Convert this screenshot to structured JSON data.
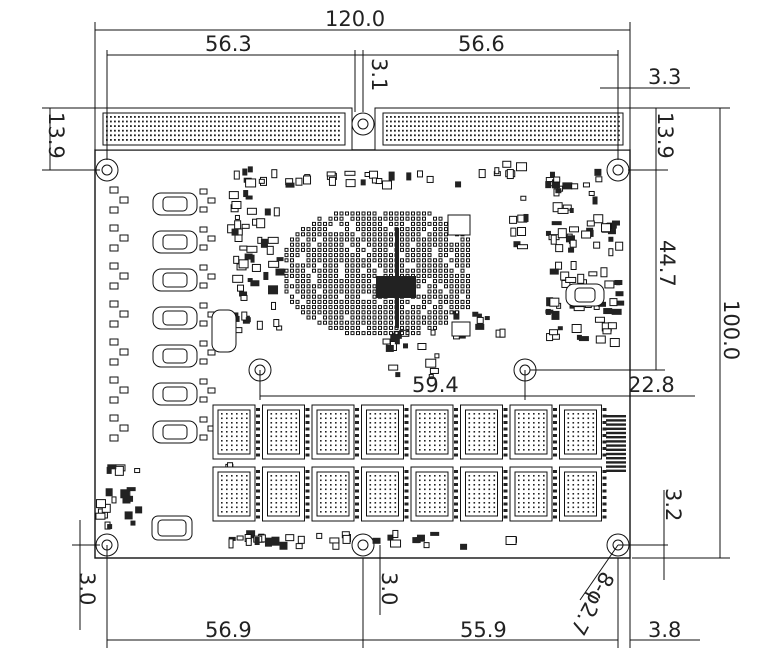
{
  "dimensions": {
    "overall_width": "120.0",
    "overall_height": "100.0",
    "conn_left_span": "56.3",
    "conn_right_span": "56.6",
    "conn_gap": "3.1",
    "right_edge_offset": "3.3",
    "top_left_vertical": "13.9",
    "top_right_vertical": "13.9",
    "right_mid_vertical": "44.7",
    "mid_hole_span": "59.4",
    "mid_right_offset": "22.8",
    "bottom_left_vertical": "3.0",
    "bottom_mid_vertical": "3.0",
    "bottom_right_vertical": "3.2",
    "bottom_left_span": "56.9",
    "bottom_right_span": "55.9",
    "bottom_right_offset": "3.8",
    "hole_callout": "8-φ2.7"
  },
  "colors": {
    "line": "#111111",
    "text": "#222222",
    "background": "#ffffff"
  }
}
